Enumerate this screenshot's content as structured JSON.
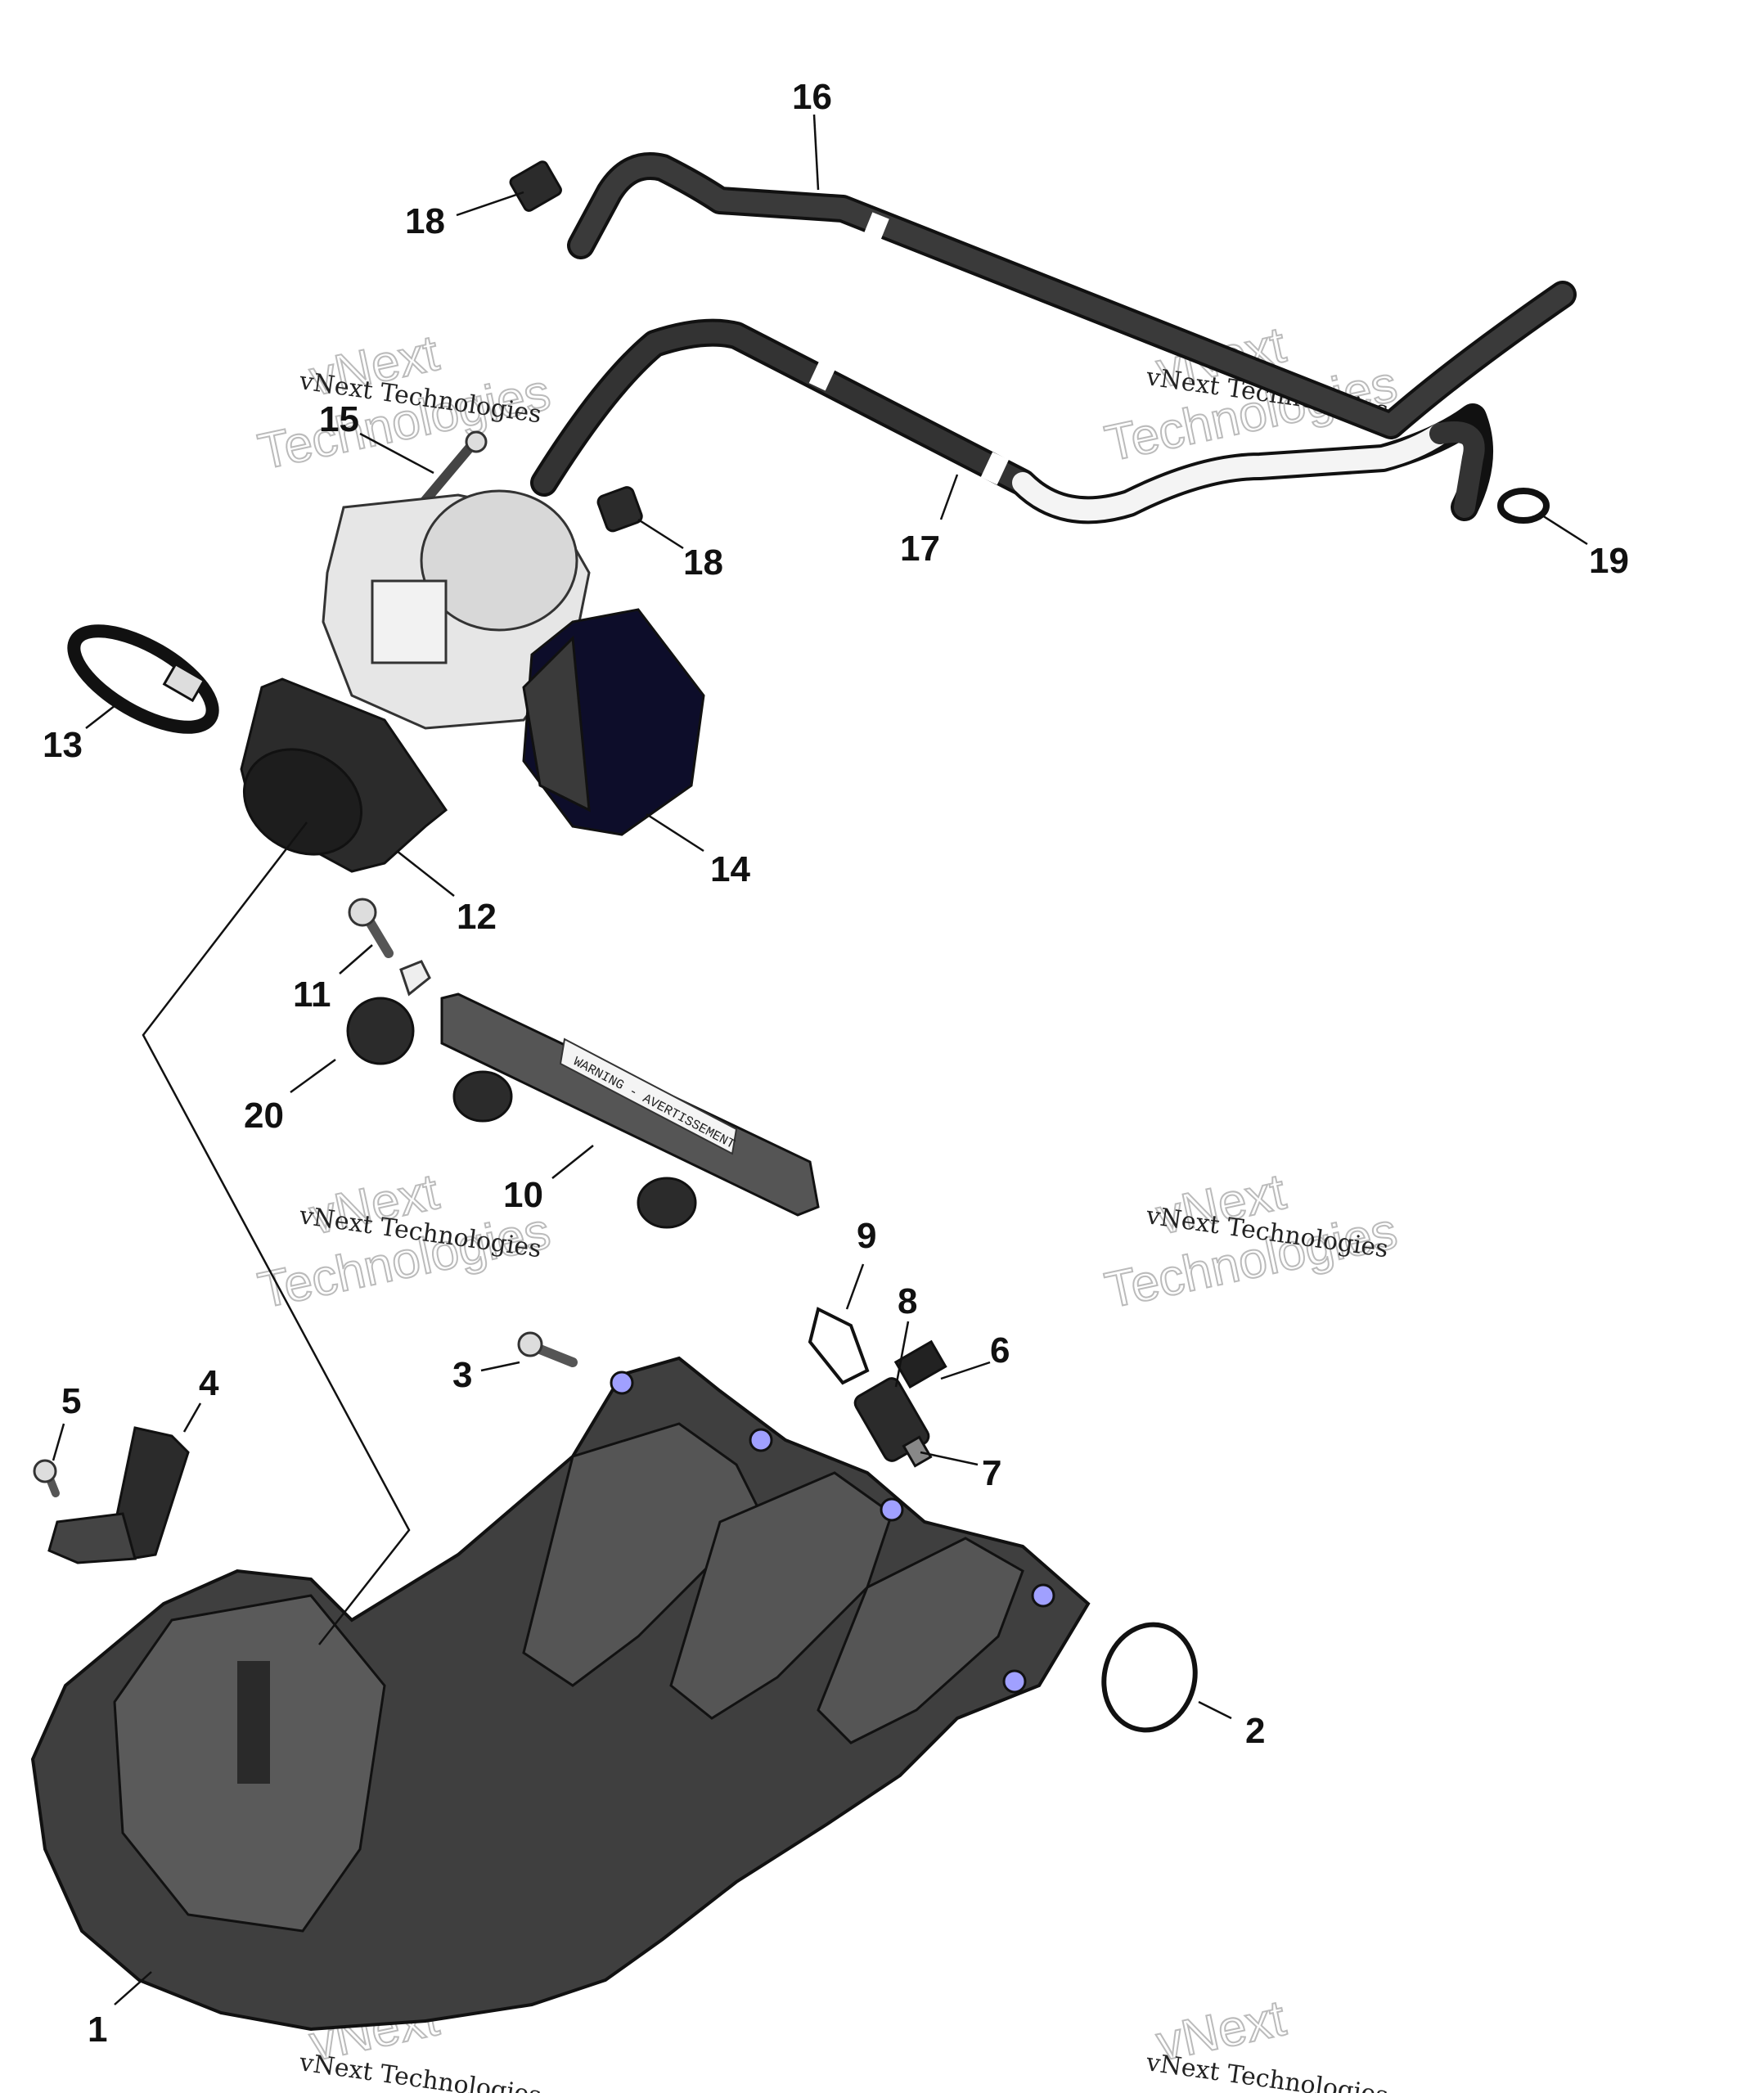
{
  "watermark": {
    "line1": "vNext Technologies",
    "line2": "vNext",
    "line3": "Technologies"
  },
  "part_label_text": "WARNING - AVERTISSEMENT",
  "callouts": [
    "1",
    "2",
    "3",
    "4",
    "5",
    "6",
    "7",
    "8",
    "9",
    "10",
    "11",
    "12",
    "13",
    "14",
    "15",
    "16",
    "17",
    "18",
    "18",
    "19",
    "20"
  ]
}
